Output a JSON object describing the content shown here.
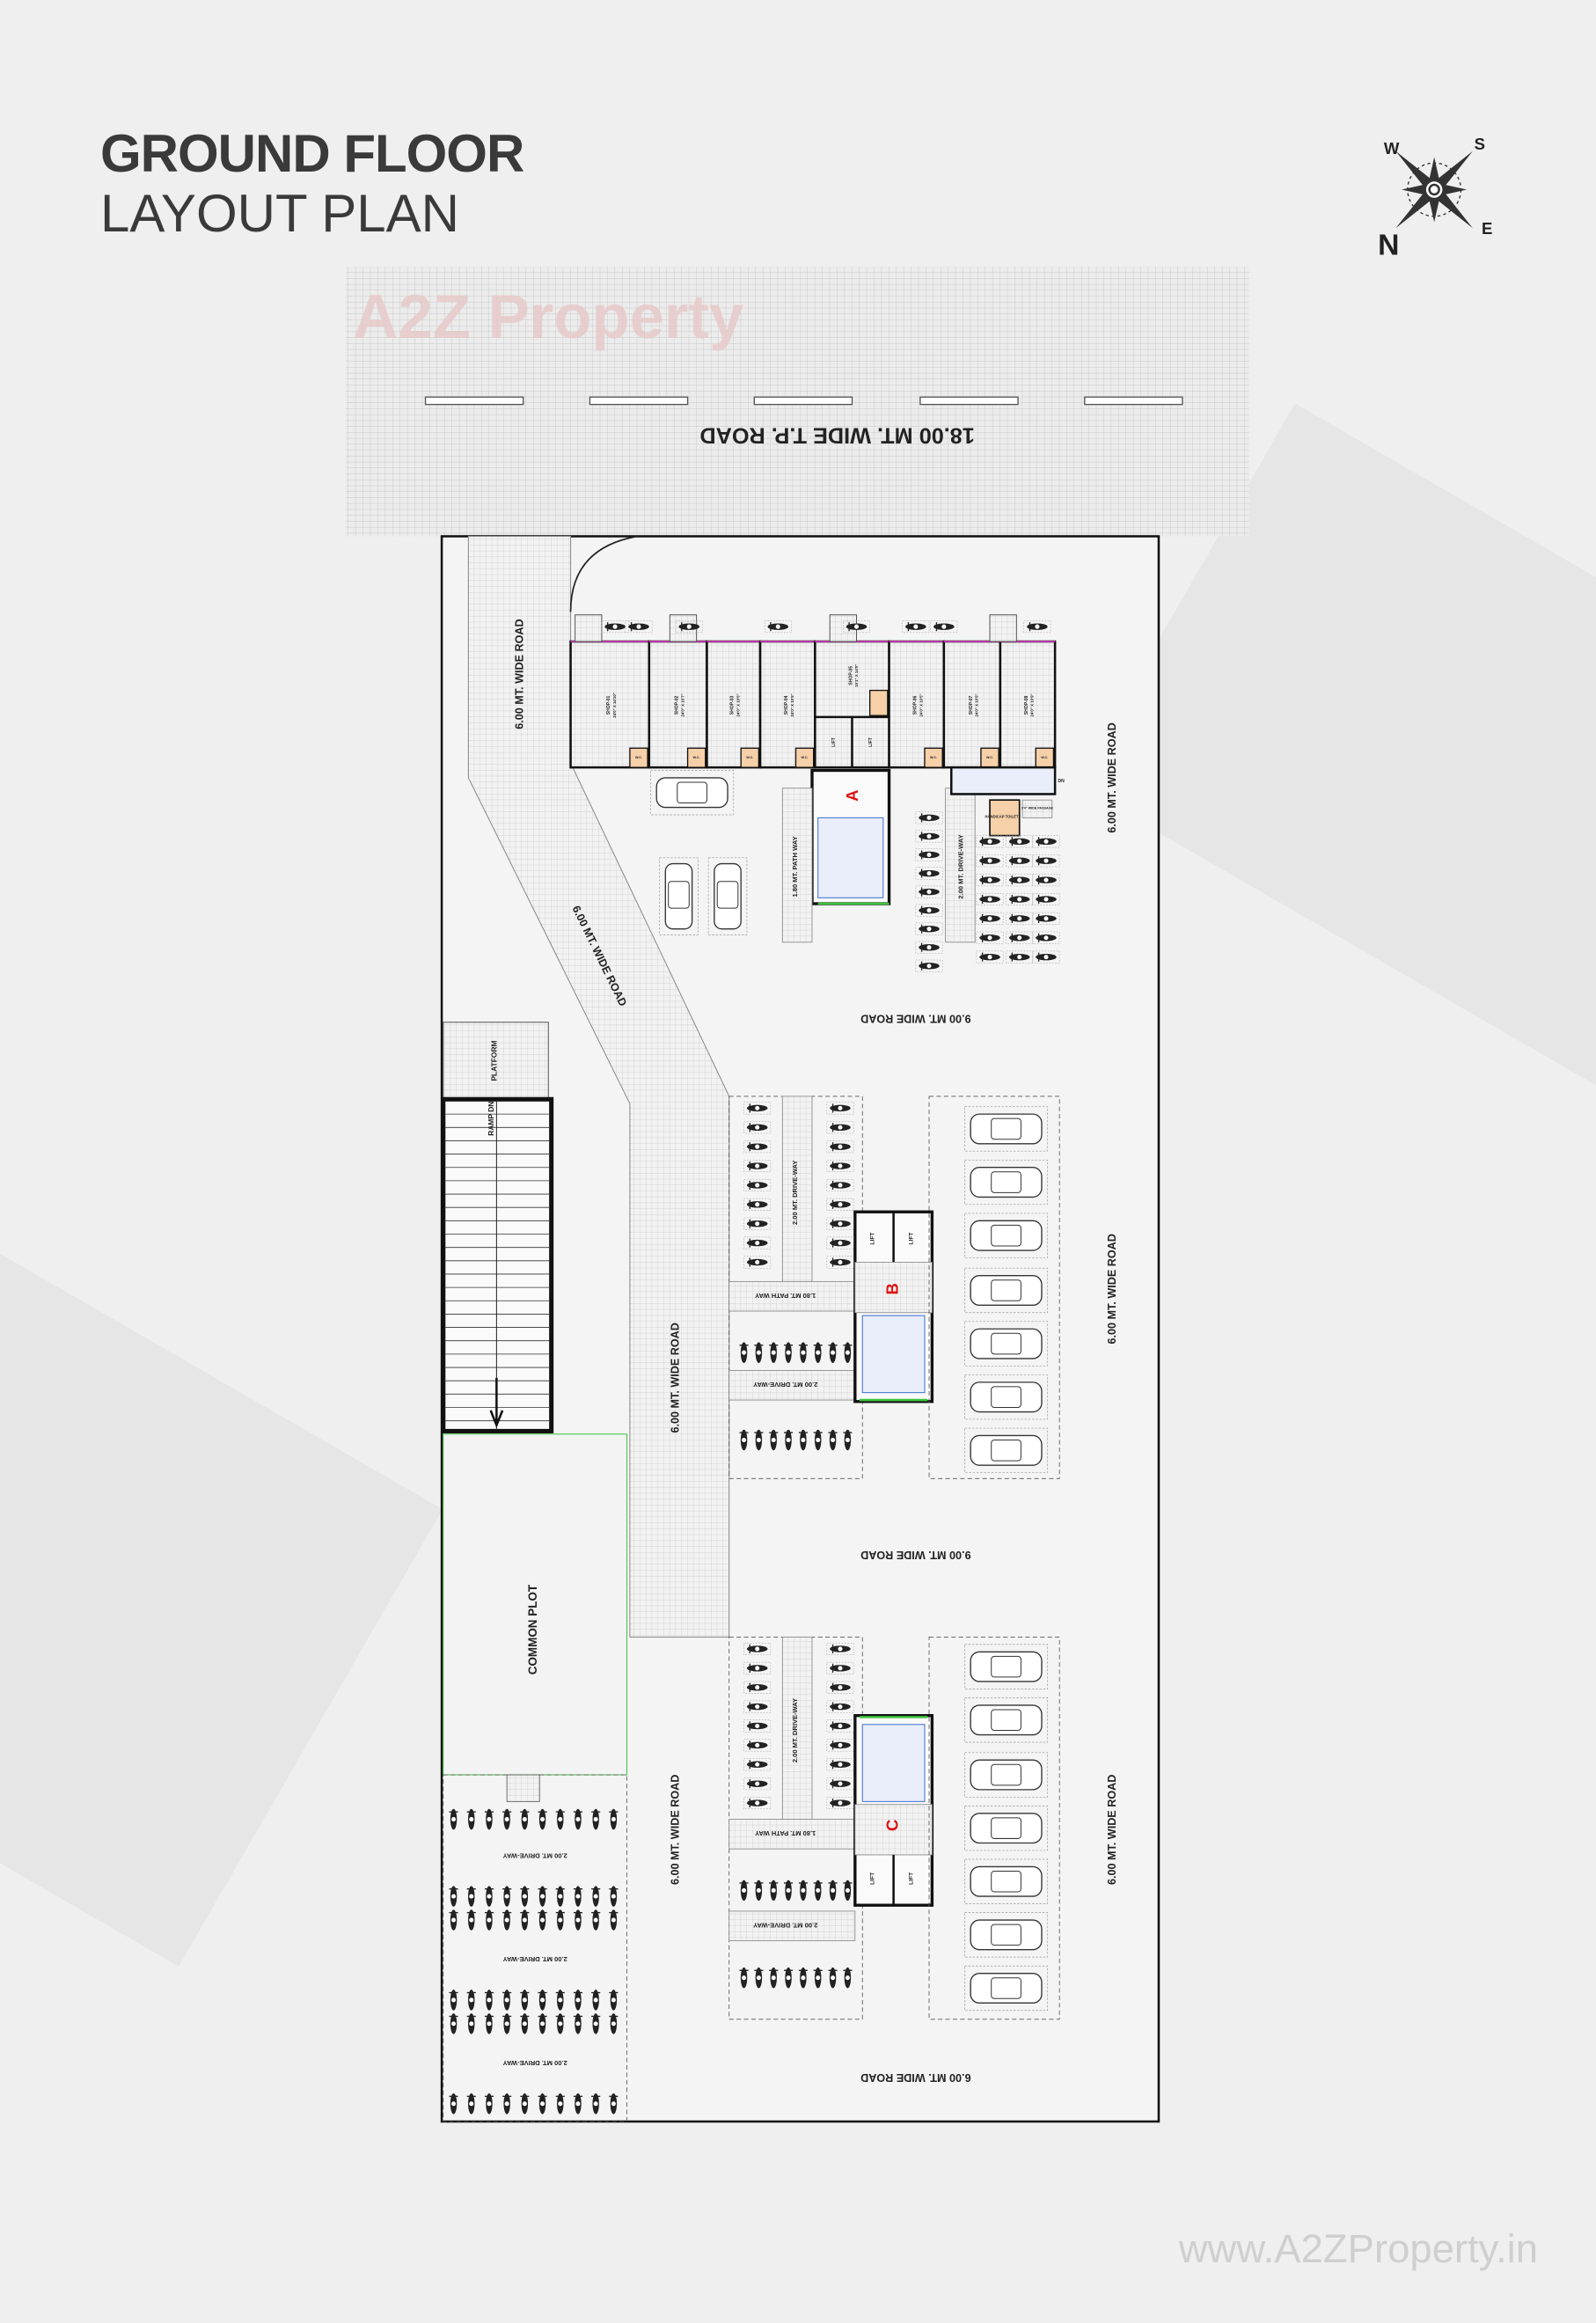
{
  "header": {
    "title_line1": "GROUND FLOOR",
    "title_line2": "LAYOUT PLAN"
  },
  "compass": {
    "n": "N",
    "s": "S",
    "e": "E",
    "w": "W"
  },
  "watermark": "A2Z Property",
  "footer": "www.A2ZProperty.in",
  "roads": {
    "main": "18.00 MT. WIDE T.P. ROAD",
    "left_top": "6.00 MT. WIDE ROAD",
    "diagonal": "6.00 MT. WIDE ROAD",
    "left_mid": "6.00 MT. WIDE ROAD",
    "left_bottom": "6.00 MT. WIDE ROAD",
    "right_a": "6.00 MT. WIDE ROAD",
    "right_b": "6.00 MT. WIDE ROAD",
    "right_c": "6.00 MT. WIDE ROAD",
    "between_ab": "9.00 MT. WIDE ROAD",
    "between_bc": "9.00 MT. WIDE ROAD",
    "bottom": "6.00 MT. WIDE ROAD"
  },
  "shops": [
    {
      "name": "SHOP-01",
      "size": "24'0\" X 14'10\""
    },
    {
      "name": "SHOP-02",
      "size": "24'0\" X 10'7\""
    },
    {
      "name": "SHOP-03",
      "size": "24'0\" X 10'5\""
    },
    {
      "name": "SHOP-04",
      "size": "24'0\" X 10'5\""
    },
    {
      "name": "SHOP-05",
      "size": "15'1\" X 14'0\""
    },
    {
      "name": "SHOP-06",
      "size": "24'0\" X 10'5\""
    },
    {
      "name": "SHOP-07",
      "size": "24'0\" X 10'5\""
    },
    {
      "name": "SHOP-08",
      "size": "24'0\" X 10'9\""
    }
  ],
  "labels": {
    "wc": "W.C.",
    "lift": "LIFT",
    "handicap_toilet": "HANDICAP TOILET",
    "passage": "3'4\" WIDE PASSAGE",
    "dn": "DN",
    "platform": "PLATFORM",
    "ramp": "RAMP DN",
    "common_plot": "COMMON PLOT",
    "path_way": "1.80 MT. PATH WAY",
    "drive_way": "2.00 MT. DRIVE-WAY"
  },
  "blocks": {
    "a": "A",
    "b": "B",
    "c": "C"
  },
  "colors": {
    "block_label": "#d11",
    "stair": "#3b6fd1",
    "wc": "#f6d0a8",
    "door": "#e040c8",
    "edge": "#3cc43c"
  }
}
